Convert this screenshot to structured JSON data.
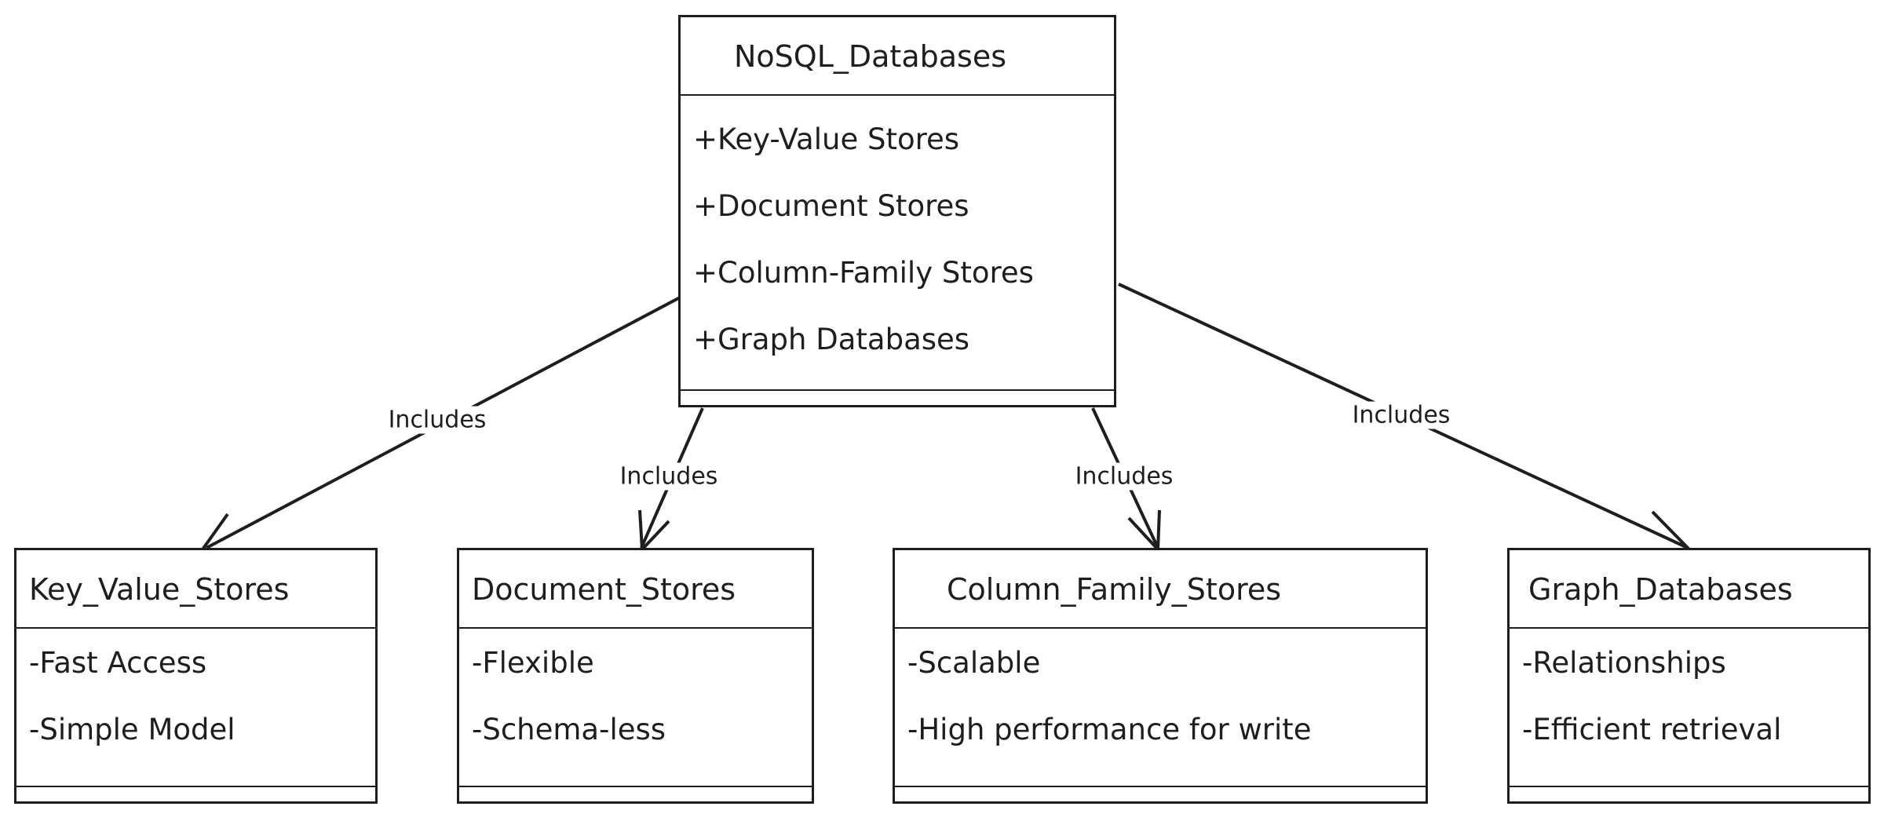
{
  "root": {
    "title": "NoSQL_Databases",
    "attributes": [
      "+Key-Value Stores",
      "+Document Stores",
      "+Column-Family Stores",
      "+Graph Databases"
    ]
  },
  "children": [
    {
      "title": "Key_Value_Stores",
      "attributes": [
        "-Fast Access",
        "-Simple Model"
      ]
    },
    {
      "title": "Document_Stores",
      "attributes": [
        "-Flexible",
        "-Schema-less"
      ]
    },
    {
      "title": "Column_Family_Stores",
      "attributes": [
        "-Scalable",
        "-High performance for write"
      ]
    },
    {
      "title": "Graph_Databases",
      "attributes": [
        "-Relationships",
        "-Efficient retrieval"
      ]
    }
  ],
  "edges": [
    {
      "from": "NoSQL_Databases",
      "to": "Key_Value_Stores",
      "label": "Includes"
    },
    {
      "from": "NoSQL_Databases",
      "to": "Document_Stores",
      "label": "Includes"
    },
    {
      "from": "NoSQL_Databases",
      "to": "Column_Family_Stores",
      "label": "Includes"
    },
    {
      "from": "NoSQL_Databases",
      "to": "Graph_Databases",
      "label": "Includes"
    }
  ]
}
